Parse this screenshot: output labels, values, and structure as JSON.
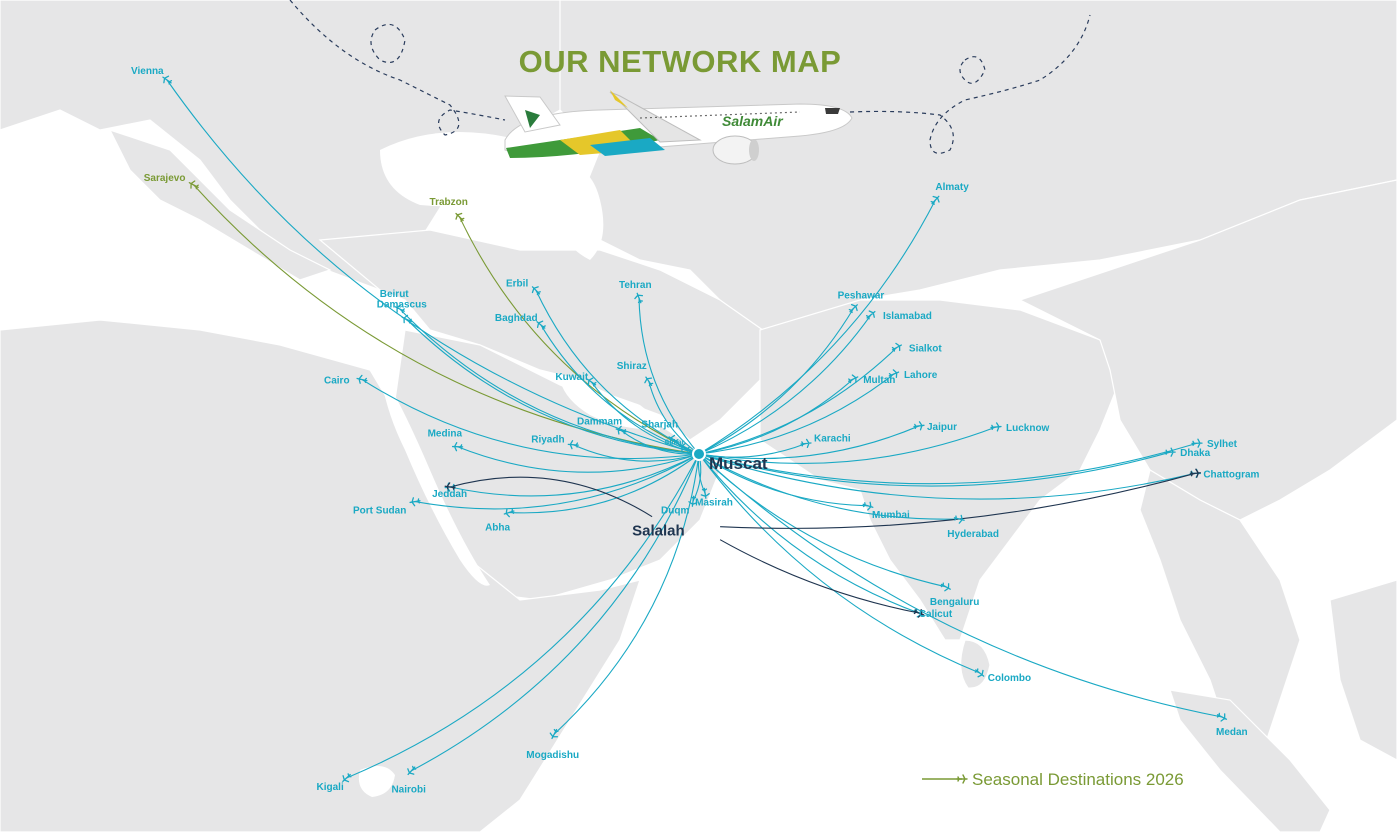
{
  "title": "OUR NETWORK MAP",
  "legend": {
    "label": "Seasonal Destinations 2026",
    "color": "#7a9a35"
  },
  "aircraft": {
    "livery_text": "SalamAir"
  },
  "colors": {
    "route": "#1aa9c4",
    "seasonal": "#7a9a35",
    "hub": "#1f3550",
    "land": "#e6e6e7"
  },
  "hubs": [
    {
      "name": "Muscat",
      "lon": 58.4,
      "lat": 23.59
    },
    {
      "name": "Salalah",
      "lon": 54.09,
      "lat": 17.02
    }
  ],
  "muscat_routes": [
    {
      "name": "Vienna",
      "lon": 16.37,
      "lat": 48.21
    },
    {
      "name": "Sarajevo",
      "lon": 18.41,
      "lat": 43.86,
      "seasonal": true
    },
    {
      "name": "Trabzon",
      "lon": 39.72,
      "lat": 41.0,
      "seasonal": true
    },
    {
      "name": "Tehran",
      "lon": 51.39,
      "lat": 35.69
    },
    {
      "name": "Beirut",
      "lon": 35.5,
      "lat": 33.89
    },
    {
      "name": "Damascus",
      "lon": 36.29,
      "lat": 33.51
    },
    {
      "name": "Erbil",
      "lon": 44.01,
      "lat": 36.19
    },
    {
      "name": "Cairo",
      "lon": 31.24,
      "lat": 30.04
    },
    {
      "name": "Baghdad",
      "lon": 44.36,
      "lat": 33.31
    },
    {
      "name": "Shiraz",
      "lon": 52.53,
      "lat": 29.59
    },
    {
      "name": "Kuwait",
      "lon": 47.98,
      "lat": 29.38
    },
    {
      "name": "Dammam",
      "lon": 50.1,
      "lat": 26.43
    },
    {
      "name": "Sharjah",
      "lon": 55.41,
      "lat": 25.35
    },
    {
      "name": "Suhar",
      "lon": 56.71,
      "lat": 24.36,
      "small": true
    },
    {
      "name": "Medina",
      "lon": 39.61,
      "lat": 24.47
    },
    {
      "name": "Riyadh",
      "lon": 46.68,
      "lat": 24.71
    },
    {
      "name": "Port Sudan",
      "lon": 37.22,
      "lat": 19.62
    },
    {
      "name": "Jeddah",
      "lon": 39.19,
      "lat": 21.49
    },
    {
      "name": "Abha",
      "lon": 42.5,
      "lat": 18.22
    },
    {
      "name": "Masirah",
      "lon": 58.89,
      "lat": 20.68
    },
    {
      "name": "Duqm",
      "lon": 57.7,
      "lat": 19.66
    },
    {
      "name": "Mogadishu",
      "lon": 45.32,
      "lat": 2.05
    },
    {
      "name": "Kigali",
      "lon": 30.06,
      "lat": -1.95
    },
    {
      "name": "Nairobi",
      "lon": 36.82,
      "lat": -1.29
    },
    {
      "name": "Almaty",
      "lon": 76.89,
      "lat": 43.24
    },
    {
      "name": "Peshawar",
      "lon": 71.52,
      "lat": 34.01
    },
    {
      "name": "Islamabad",
      "lon": 73.05,
      "lat": 33.68
    },
    {
      "name": "Sialkot",
      "lon": 74.53,
      "lat": 32.49
    },
    {
      "name": "Lahore",
      "lon": 74.36,
      "lat": 31.52
    },
    {
      "name": "Multan",
      "lon": 71.48,
      "lat": 30.16
    },
    {
      "name": "Karachi",
      "lon": 67.01,
      "lat": 24.86
    },
    {
      "name": "Lucknow",
      "lon": 80.95,
      "lat": 26.85
    },
    {
      "name": "Sylhet",
      "lon": 91.87,
      "lat": 24.89
    },
    {
      "name": "Dhaka",
      "lon": 90.41,
      "lat": 23.81
    },
    {
      "name": "Jaipur",
      "lon": 75.79,
      "lat": 26.91
    },
    {
      "name": "Chattogram",
      "lon": 91.78,
      "lat": 22.36
    },
    {
      "name": "Mumbai",
      "lon": 72.88,
      "lat": 19.08
    },
    {
      "name": "Hyderabad",
      "lon": 78.49,
      "lat": 17.39
    },
    {
      "name": "Bengaluru",
      "lon": 77.59,
      "lat": 12.97
    },
    {
      "name": "Calicut",
      "lon": 75.78,
      "lat": 11.26
    },
    {
      "name": "Colombo",
      "lon": 79.86,
      "lat": 6.93
    },
    {
      "name": "Medan",
      "lon": 98.67,
      "lat": 3.6
    }
  ],
  "salalah_routes": [
    {
      "name": "Jeddah",
      "lon": 39.19,
      "lat": 21.49
    },
    {
      "name": "Chattogram",
      "lon": 91.78,
      "lat": 22.36
    },
    {
      "name": "Calicut",
      "lon": 75.78,
      "lat": 11.26
    }
  ]
}
